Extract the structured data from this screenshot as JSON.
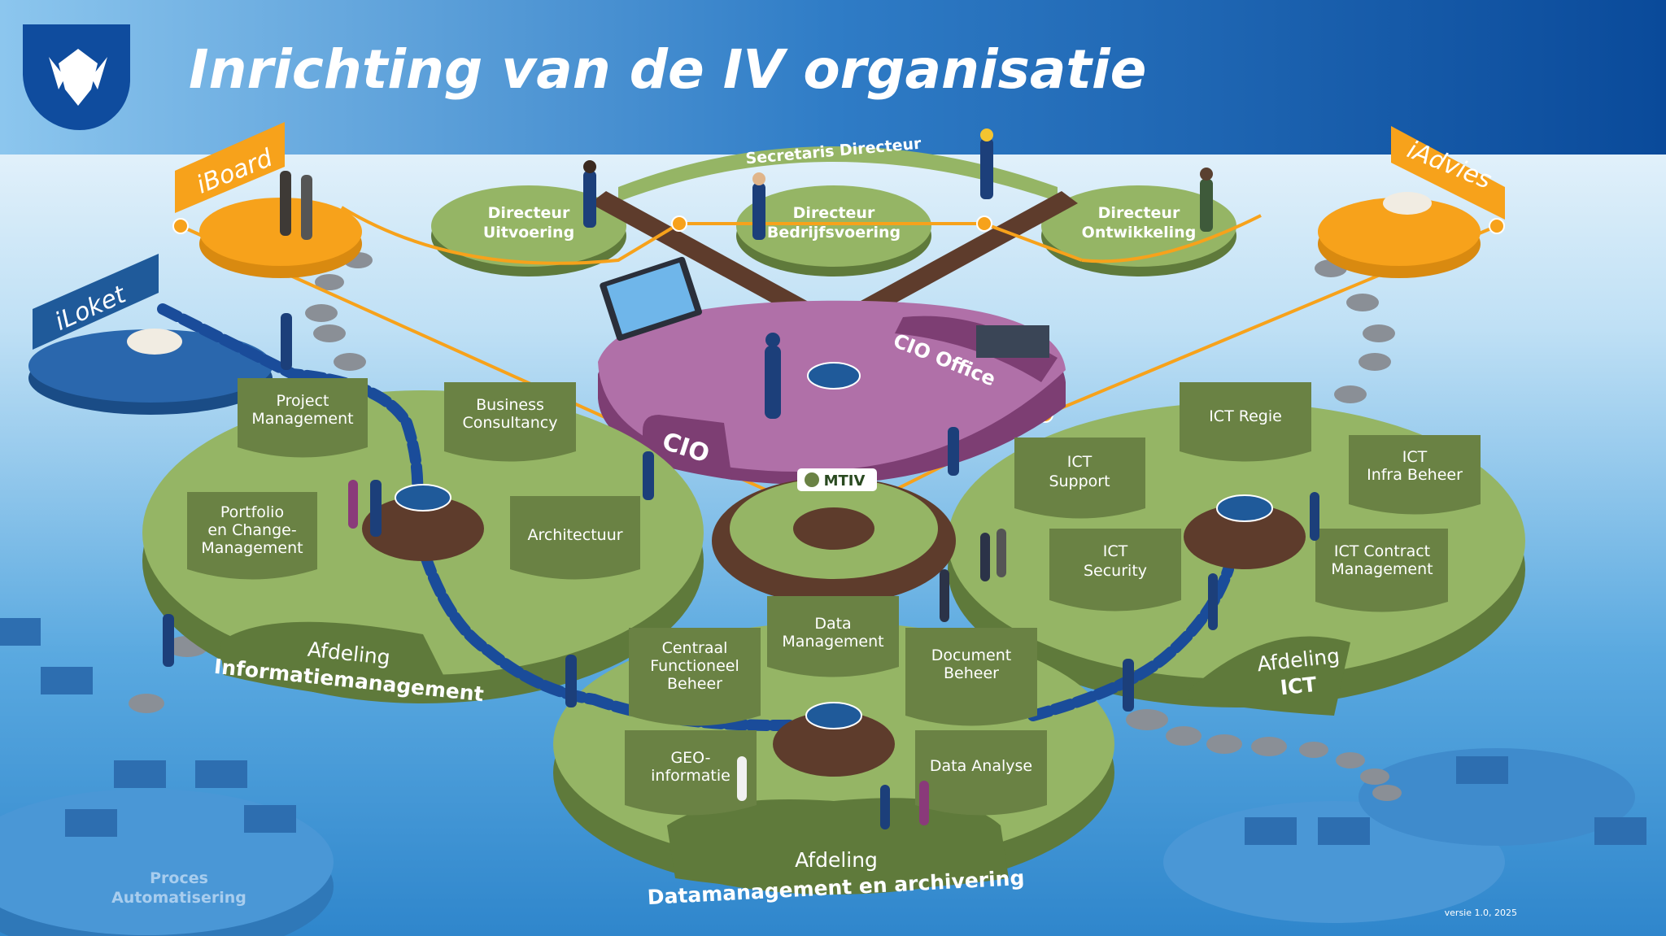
{
  "title": "Inrichting van de IV organisatie",
  "version": "versie 1.0, 2025",
  "top": {
    "secretaris": "Secretaris Directeur",
    "directors": [
      {
        "line1": "Directeur",
        "line2": "Uitvoering"
      },
      {
        "line1": "Directeur",
        "line2": "Bedrijfsvoering"
      },
      {
        "line1": "Directeur",
        "line2": "Ontwikkeling"
      }
    ]
  },
  "tags": {
    "iboard": "iBoard",
    "iloket": "iLoket",
    "iadvies": "iAdvies"
  },
  "cio": {
    "cio_label": "CIO",
    "office_label": "CIO Office",
    "mtiv_label": "MTIV"
  },
  "departments": {
    "im": {
      "name_line1": "Afdeling",
      "name_line2": "Informatiemanagement",
      "units": [
        {
          "l1": "Project",
          "l2": "Management",
          "l3": ""
        },
        {
          "l1": "Business",
          "l2": "Consultancy",
          "l3": ""
        },
        {
          "l1": "Portfolio",
          "l2": "en Change-",
          "l3": "Management"
        },
        {
          "l1": "Architectuur",
          "l2": "",
          "l3": ""
        }
      ]
    },
    "ict": {
      "name_line1": "Afdeling",
      "name_line2": "ICT",
      "units": [
        {
          "l1": "ICT Regie",
          "l2": ""
        },
        {
          "l1": "ICT",
          "l2": "Support"
        },
        {
          "l1": "ICT",
          "l2": "Infra Beheer"
        },
        {
          "l1": "ICT",
          "l2": "Security"
        },
        {
          "l1": "ICT Contract",
          "l2": "Management"
        }
      ]
    },
    "dm": {
      "name_line1": "Afdeling",
      "name_line2": "Datamanagement en archivering",
      "units": [
        {
          "l1": "Data",
          "l2": "Management",
          "l3": ""
        },
        {
          "l1": "Centraal",
          "l2": "Functioneel",
          "l3": "Beheer"
        },
        {
          "l1": "Document",
          "l2": "Beheer",
          "l3": ""
        },
        {
          "l1": "GEO-",
          "l2": "informatie",
          "l3": ""
        },
        {
          "l1": "Data Analyse",
          "l2": "",
          "l3": ""
        }
      ]
    }
  },
  "proces": {
    "line1": "Proces",
    "line2": "Automatisering"
  },
  "colors": {
    "sky_top": "#0a4a9a",
    "water": "#3a8fd0",
    "green_top": "#95b565",
    "green_side": "#5f7a3b",
    "unit_box": "#6a8244",
    "purple": "#b070a8",
    "orange": "#f7a21b",
    "navy": "#1f5a9a"
  }
}
